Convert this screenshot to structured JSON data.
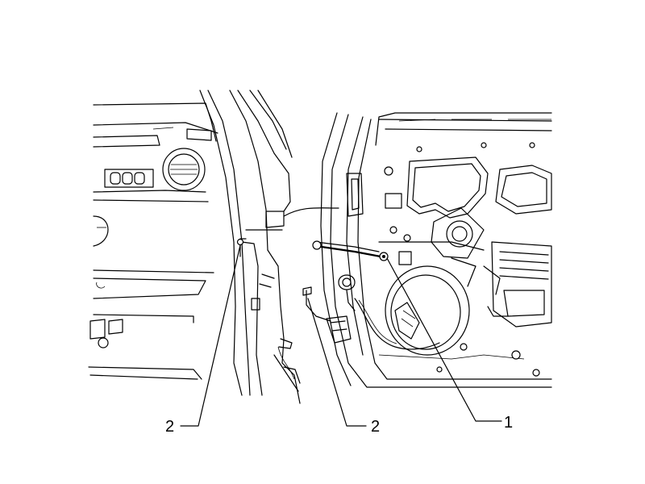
{
  "callouts": [
    {
      "id": "left-2",
      "label": "2"
    },
    {
      "id": "middle-2",
      "label": "2"
    },
    {
      "id": "right-1",
      "label": "1"
    }
  ]
}
